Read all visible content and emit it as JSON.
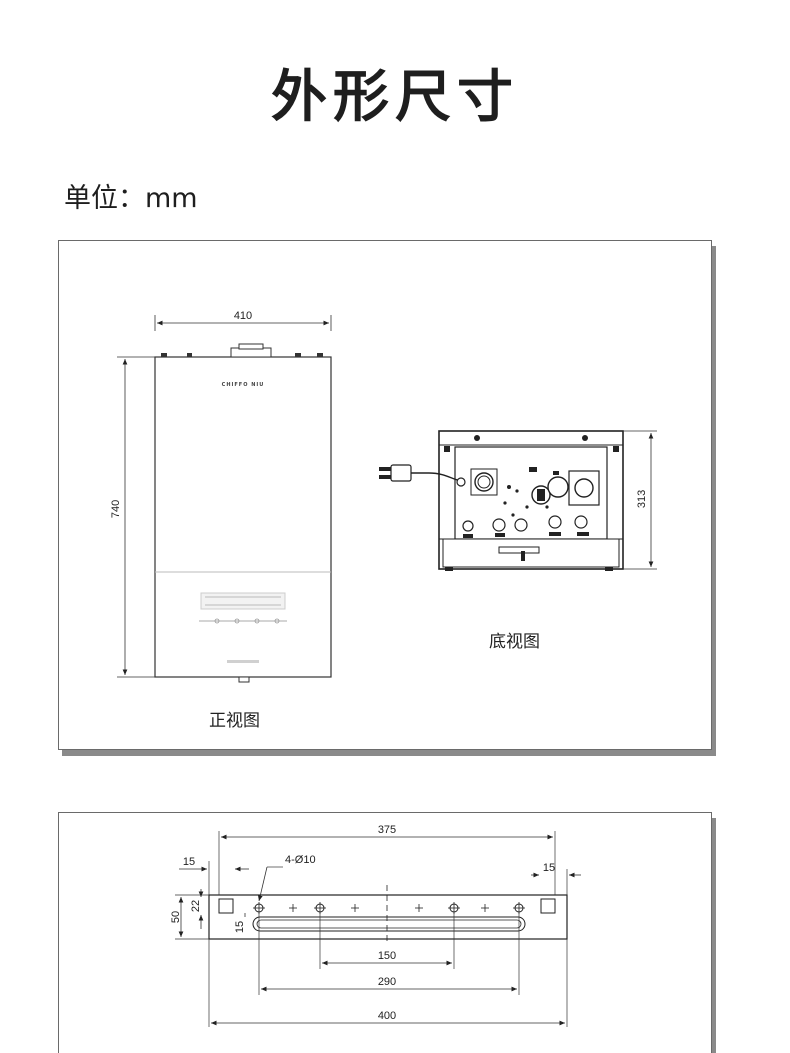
{
  "header": {
    "title": "外形尺寸",
    "unit": "单位：mm"
  },
  "front_view": {
    "caption": "正视图",
    "brand": "CHIFFO NIU",
    "width_label": "410",
    "height_label": "740"
  },
  "bottom_view": {
    "caption": "底视图",
    "depth_label": "313"
  },
  "bracket": {
    "hole_note": "4-Ø10",
    "overall_hole_span": "375",
    "left_offset": "15",
    "right_offset": "15",
    "height": "50",
    "hole_height": "22",
    "slot_offset": "15",
    "inner_span": "150",
    "mid_span": "290",
    "total_length": "400"
  }
}
